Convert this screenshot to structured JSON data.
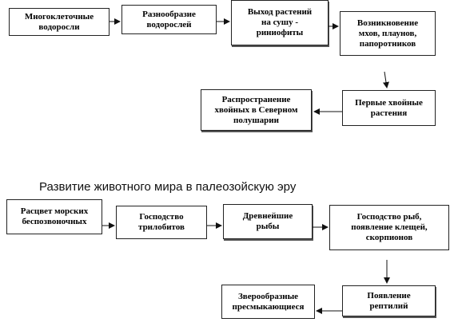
{
  "plants": {
    "boxes": [
      {
        "id": "p1",
        "label": "Многоклеточные\nводоросли"
      },
      {
        "id": "p2",
        "label": "Разнообразие\nводорослей"
      },
      {
        "id": "p3",
        "label": "Выход растений\nна сушу -\nриниофиты"
      },
      {
        "id": "p4",
        "label": "Возникновение\nмхов, плаунов,\nпапоротников"
      },
      {
        "id": "p5",
        "label": "Первые хвойные\nрастения"
      },
      {
        "id": "p6",
        "label": "Распространение\nхвойных в Северном\nполушарии"
      }
    ]
  },
  "animals": {
    "heading": "Развитие животного мира в палеозойскую эру",
    "boxes": [
      {
        "id": "a1",
        "label": "Расцвет морских\nбеспозвоночных"
      },
      {
        "id": "a2",
        "label": "Господство\nтрилобитов"
      },
      {
        "id": "a3",
        "label": "Древнейшие\nрыбы"
      },
      {
        "id": "a4",
        "label": "Господство рыб,\nпоявление клещей,\nскорпионов"
      },
      {
        "id": "a5",
        "label": "Появление\nрептилий"
      },
      {
        "id": "a6",
        "label": "Зверообразные\nпресмыкающиеся"
      }
    ]
  }
}
